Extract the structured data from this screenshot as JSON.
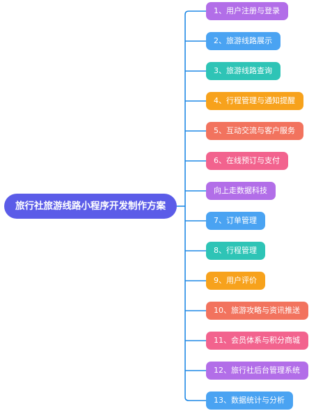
{
  "root": {
    "label": "旅行社旅游线路小程序开发制作方案"
  },
  "branches": [
    {
      "label": "1、用户注册与登录",
      "color": "#b26ee8"
    },
    {
      "label": "2、旅游线路展示",
      "color": "#4aa3f2"
    },
    {
      "label": "3、旅游线路查询",
      "color": "#2ec4b6"
    },
    {
      "label": "4、行程管理与通知提醒",
      "color": "#f7a21c"
    },
    {
      "label": "5、互动交流与客户服务",
      "color": "#f2735e"
    },
    {
      "label": "6、在线预订与支付",
      "color": "#f2638e"
    },
    {
      "label": "向上走数据科技",
      "color": "#b26ee8"
    },
    {
      "label": "7、订单管理",
      "color": "#4aa3f2"
    },
    {
      "label": "8、行程管理",
      "color": "#2ec4b6"
    },
    {
      "label": "9、用户评价",
      "color": "#f7a21c"
    },
    {
      "label": "10、旅游攻略与资讯推送",
      "color": "#f2735e"
    },
    {
      "label": "11、会员体系与积分商城",
      "color": "#f2638e"
    },
    {
      "label": "12、旅行社后台管理系统",
      "color": "#b26ee8"
    },
    {
      "label": "13、数据统计与分析",
      "color": "#4aa3f2"
    }
  ],
  "connector_color": "#1e88e5"
}
